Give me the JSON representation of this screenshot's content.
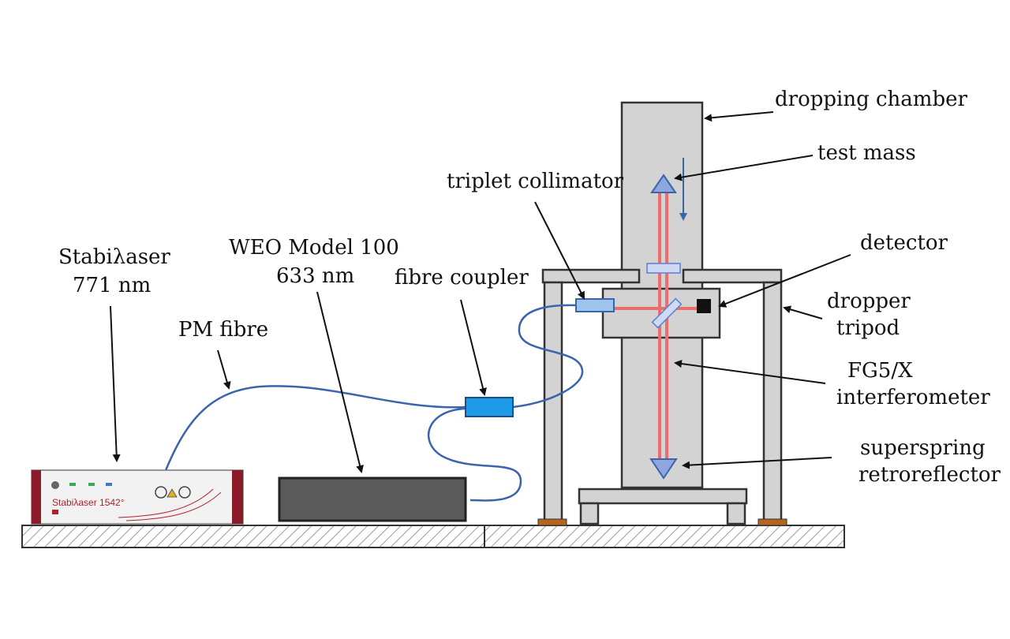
{
  "labels": {
    "dropping_chamber": "dropping chamber",
    "test_mass": "test mass",
    "triplet_collimator": "triplet collimator",
    "detector": "detector",
    "dropper_tripod_1": "dropper",
    "dropper_tripod_2": "tripod",
    "fg5_1": "FG5/X",
    "fg5_2": "interferometer",
    "superspring_1": "superspring",
    "superspring_2": "retroreflector",
    "fibre_coupler": "fibre coupler",
    "weo_1": "WEO Model 100",
    "weo_2": "633 nm",
    "stabilaser_1": "Stabiλaser",
    "stabilaser_2": "771 nm",
    "pm_fibre": "PM fibre",
    "device_name": "Stabiλaser 1542°"
  },
  "colors": {
    "chamber_fill": "#d3d3d3",
    "outline": "#333333",
    "fibre": "#3a65ad",
    "coupler": "#1e9be8",
    "laser_beam": "#f26b6b",
    "retroreflector": "#5a7fd6",
    "weo_box": "#5a5a5a",
    "rack_red": "#8b1a2a",
    "tripod_foot": "#b5651d",
    "hatch": "#9a9a9a"
  }
}
